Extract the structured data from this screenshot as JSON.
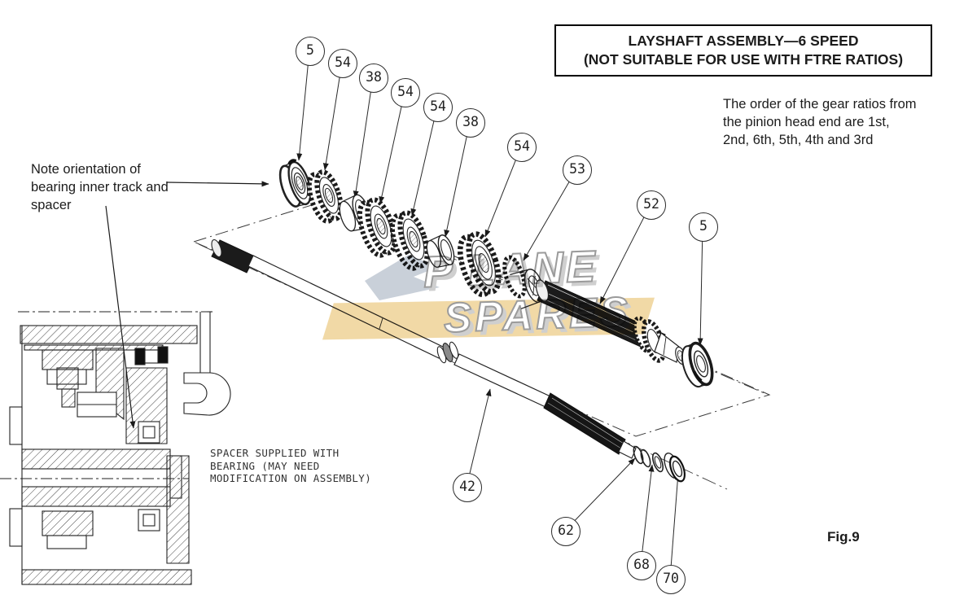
{
  "title_box": {
    "line1": "LAYSHAFT ASSEMBLY—6 SPEED",
    "line2": "(NOT SUITABLE FOR USE WITH FTRE RATIOS)"
  },
  "notes": {
    "gear_order": "The order of the gear ratios from\nthe pinion head end are 1st,\n2nd, 6th, 5th, 4th and 3rd",
    "orientation": "Note orientation of\nbearing inner track and\nspacer",
    "spacer": "SPACER SUPPLIED WITH\nBEARING (MAY NEED\nMODIFICATION ON ASSEMBLY)"
  },
  "figure_label": "Fig.9",
  "watermark": {
    "line1": "P LANE",
    "line2": "SPARES",
    "band_color": "#f1d9a6",
    "letter_outline": "#9b9b9b",
    "swoosh_color": "#c9d0d9"
  },
  "callouts": [
    {
      "label": "5"
    },
    {
      "label": "54"
    },
    {
      "label": "38"
    },
    {
      "label": "54"
    },
    {
      "label": "54"
    },
    {
      "label": "38"
    },
    {
      "label": "54"
    },
    {
      "label": "53"
    },
    {
      "label": "52"
    },
    {
      "label": "5"
    },
    {
      "label": "42"
    },
    {
      "label": "62"
    },
    {
      "label": "68"
    },
    {
      "label": "70"
    }
  ],
  "diagram": {
    "line_color": "#222222",
    "parts": "layshaft exploded assembly with bearings, gears, spacers, hub, splined shafts, washers, seal and gearbox cross-section"
  }
}
